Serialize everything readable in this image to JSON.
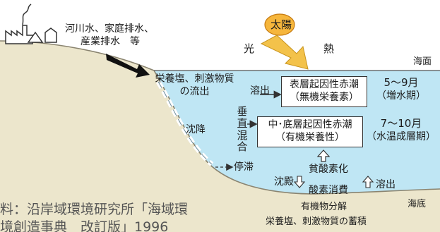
{
  "sources": {
    "rivers_line1": "河川水、家庭排水、",
    "rivers_line2": "産業排水　等"
  },
  "sun": {
    "label": "太陽"
  },
  "light": "光",
  "heat": "熱",
  "sea_surface": "海面",
  "sea_bottom": "海底",
  "inflow": {
    "line1": "栄養塩、刺激物質",
    "line2": "の流出"
  },
  "dissolution": "溶出",
  "surface_tide": {
    "line1": "表層起因性赤潮",
    "line2": "（無機栄養素）"
  },
  "surface_period": {
    "months": "5～9月",
    "label": "（増水期）"
  },
  "vertical_mixing": [
    "垂",
    "直",
    "混",
    "合"
  ],
  "sedimentation": "沈降",
  "mid_tide": {
    "line1": "中･底層起因性赤潮",
    "line2": "（有機栄養性）"
  },
  "mid_period": {
    "months": "7～10月",
    "label": "（水温成層期）"
  },
  "stagnation": "停滞",
  "settling": "沈殿",
  "hypoxia": "貧酸素化",
  "dissolution_bottom": "溶出",
  "oxygen_consumption": "酸素消費",
  "organic_decomposition": "有機物分解",
  "accumulation": "栄養塩、刺激物質の蓄積",
  "source_note": {
    "line1": "料：沿岸域環境研究所「海域環",
    "line2": "境創造事典　改訂版」1996"
  },
  "colors": {
    "water": "#bfe6f4",
    "sun": "#f6b63c",
    "arrow_sun": "#f3c24a",
    "seabed": "#e8e2c8"
  }
}
